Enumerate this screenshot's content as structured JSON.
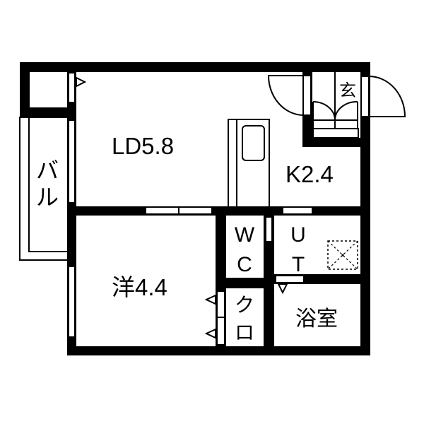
{
  "floor_plan": {
    "rooms": {
      "living_dining": "LD5.8",
      "kitchen": "K2.4",
      "western_room": "洋4.4",
      "toilet_w": "W",
      "toilet_c": "C",
      "utility_u": "U",
      "utility_t": "T",
      "bathroom": "浴室",
      "closet_1": "ク",
      "closet_2": "ロ",
      "entrance": "玄",
      "balcony_1": "バ",
      "balcony_2": "ル"
    },
    "colors": {
      "wall": "#000000",
      "background": "#ffffff"
    }
  }
}
